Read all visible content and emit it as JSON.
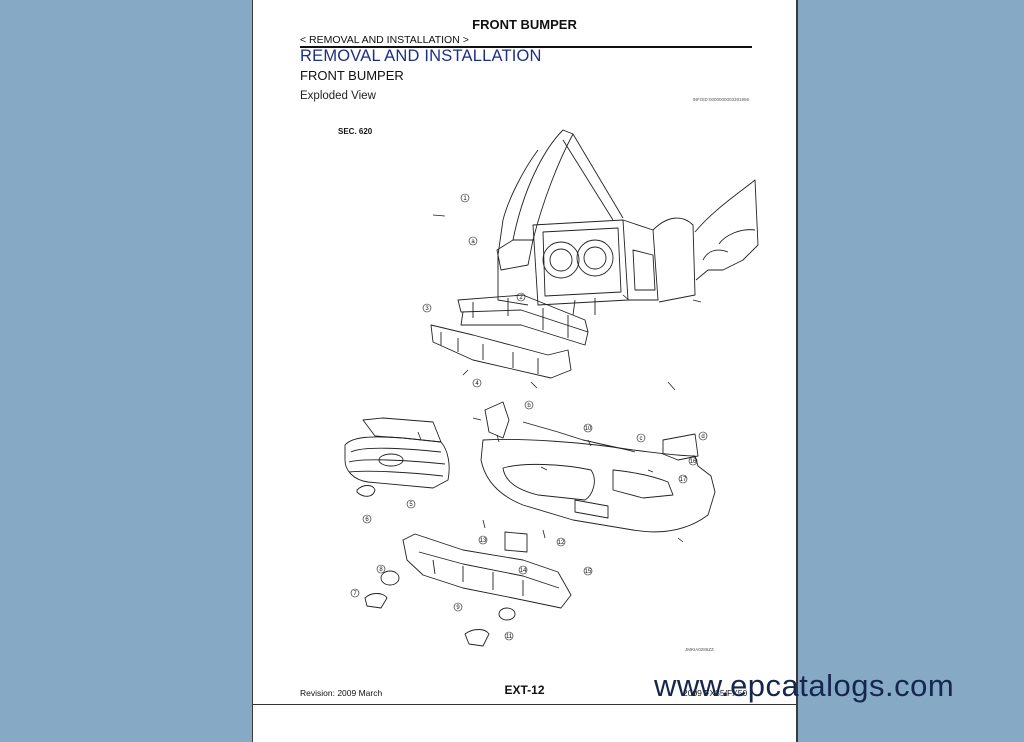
{
  "header": {
    "title": "FRONT BUMPER",
    "breadcrumb": "< REMOVAL AND INSTALLATION >"
  },
  "section": {
    "heading": "REMOVAL AND INSTALLATION",
    "subheading": "FRONT BUMPER",
    "view_label": "Exploded View",
    "ref_code": "INFOID:0000000003391956"
  },
  "diagram": {
    "section_label": "SEC. 620",
    "figure_code": "JMKIA0286ZZ",
    "callouts": [
      "1",
      "2",
      "3",
      "4",
      "5",
      "6",
      "7",
      "8",
      "9",
      "10",
      "11",
      "12",
      "13",
      "14",
      "15",
      "16",
      "17"
    ],
    "letter_callouts": [
      "a",
      "b",
      "c",
      "d"
    ]
  },
  "footer": {
    "revision": "Revision: 2009 March",
    "page_number": "EXT-12",
    "model": "2009 FX35/FX50"
  },
  "watermark": "www.epcatalogs.com",
  "colors": {
    "background": "#86a9c6",
    "heading": "#1a2f87",
    "watermark": "#16264f"
  }
}
